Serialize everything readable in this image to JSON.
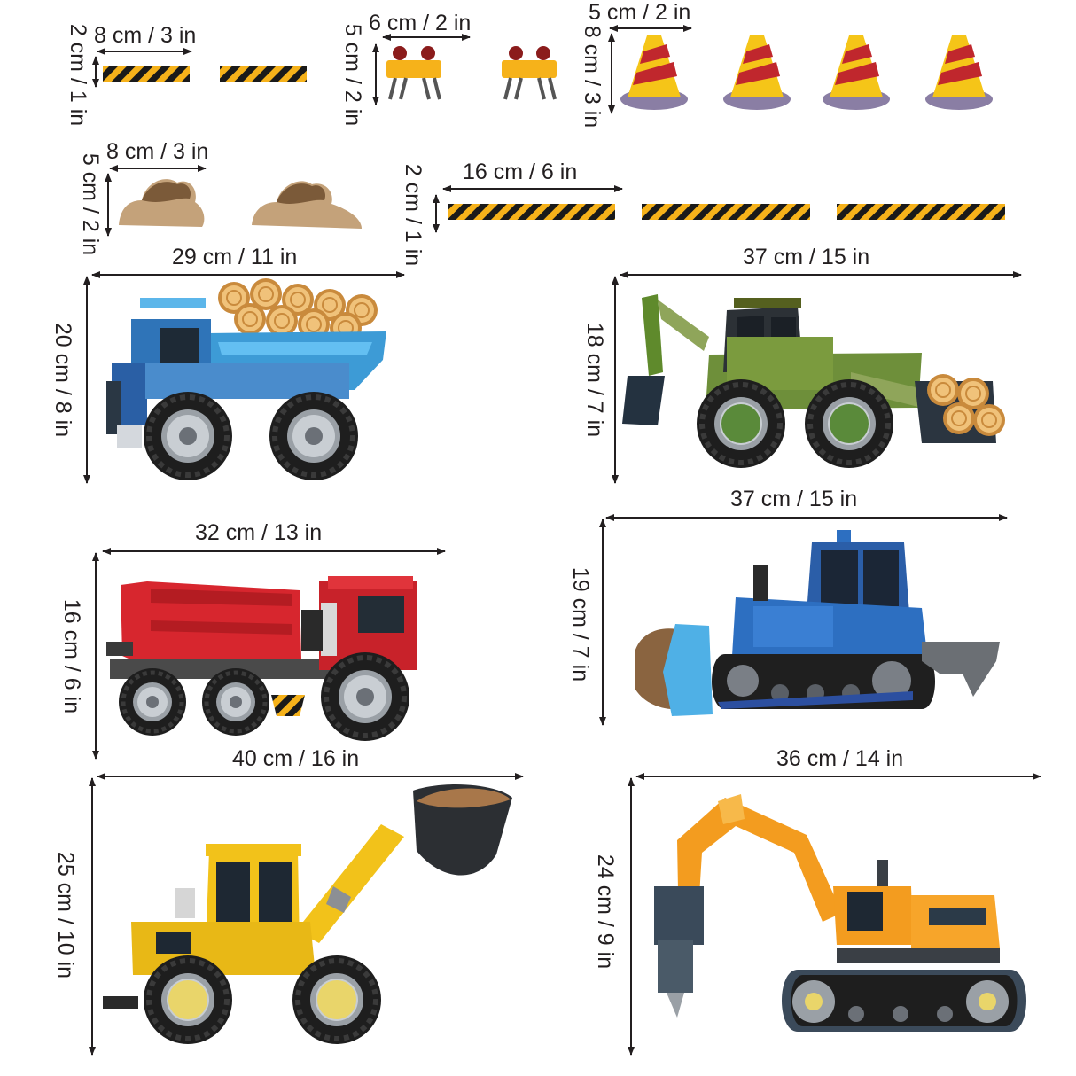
{
  "dimensions": {
    "stripe_small_w": "8 cm / 3 in",
    "stripe_small_h": "2 cm / 1 in",
    "barrier_w": "6 cm / 2 in",
    "barrier_h": "5 cm / 2 in",
    "cone_w": "5 cm / 2 in",
    "cone_h": "8 cm / 3 in",
    "dirt_w": "8 cm / 3 in",
    "dirt_h": "5 cm / 2 in",
    "stripe_long_w": "16 cm / 6 in",
    "stripe_long_h": "2 cm / 1 in",
    "dump_truck_w": "29 cm / 11 in",
    "dump_truck_h": "20 cm / 8 in",
    "backhoe_w": "37 cm / 15 in",
    "backhoe_h": "18 cm / 7 in",
    "mixer_w": "32 cm / 13 in",
    "mixer_h": "16 cm / 6 in",
    "bulldozer_w": "37 cm / 15 in",
    "bulldozer_h": "19 cm / 7 in",
    "loader_w": "40 cm / 16 in",
    "loader_h": "25 cm / 10 in",
    "excavator_w": "36 cm / 14 in",
    "excavator_h": "24 cm / 9 in"
  },
  "colors": {
    "stripe_yellow": "#f6b21a",
    "stripe_black": "#1a1a1a",
    "cone_yellow": "#f5c518",
    "cone_red": "#c0272d",
    "dump_blue": "#3d9bd6",
    "mixer_red": "#d7262e",
    "loader_yellow": "#f2c21a",
    "excavator_orange": "#f39c1f",
    "dozer_blue": "#2d6fc1",
    "camo_green": "#5f8a2c"
  }
}
